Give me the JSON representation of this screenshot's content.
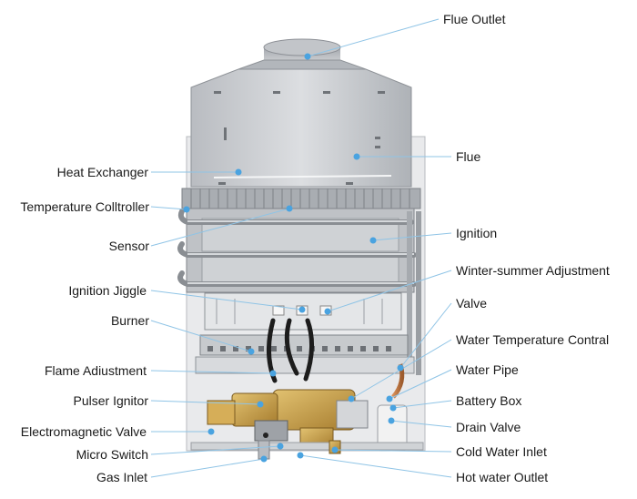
{
  "diagram": {
    "labels": {
      "flue_outlet": "Flue Outlet",
      "flue": "Flue",
      "heat_exchanger": "Heat Exchanger",
      "temperature_controller": "Temperature Colltroller",
      "sensor": "Sensor",
      "ignition": "Ignition",
      "winter_summer": "Winter-summer Adjustment",
      "ignition_jiggle": "Ignition Jiggle",
      "valve": "Valve",
      "burner": "Burner",
      "water_temperature": "Water Temperature Contral",
      "flame_adjustment": "Flame Adiustment",
      "water_pipe": "Water Pipe",
      "pulser_ignitor": "Pulser Ignitor",
      "battery_box": "Battery Box",
      "electromagnetic_valve": "Electromagnetic Valve",
      "drain_valve": "Drain Valve",
      "micro_switch": "Micro Switch",
      "cold_water_inlet": "Cold Water Inlet",
      "gas_inlet": "Gas Inlet",
      "hot_water_outlet": "Hot water Outlet"
    },
    "colors": {
      "leader": "#8fc4e6",
      "dot": "#4aa3e0",
      "metal": "#c9ccd0",
      "brass": "#c9a24a"
    }
  }
}
